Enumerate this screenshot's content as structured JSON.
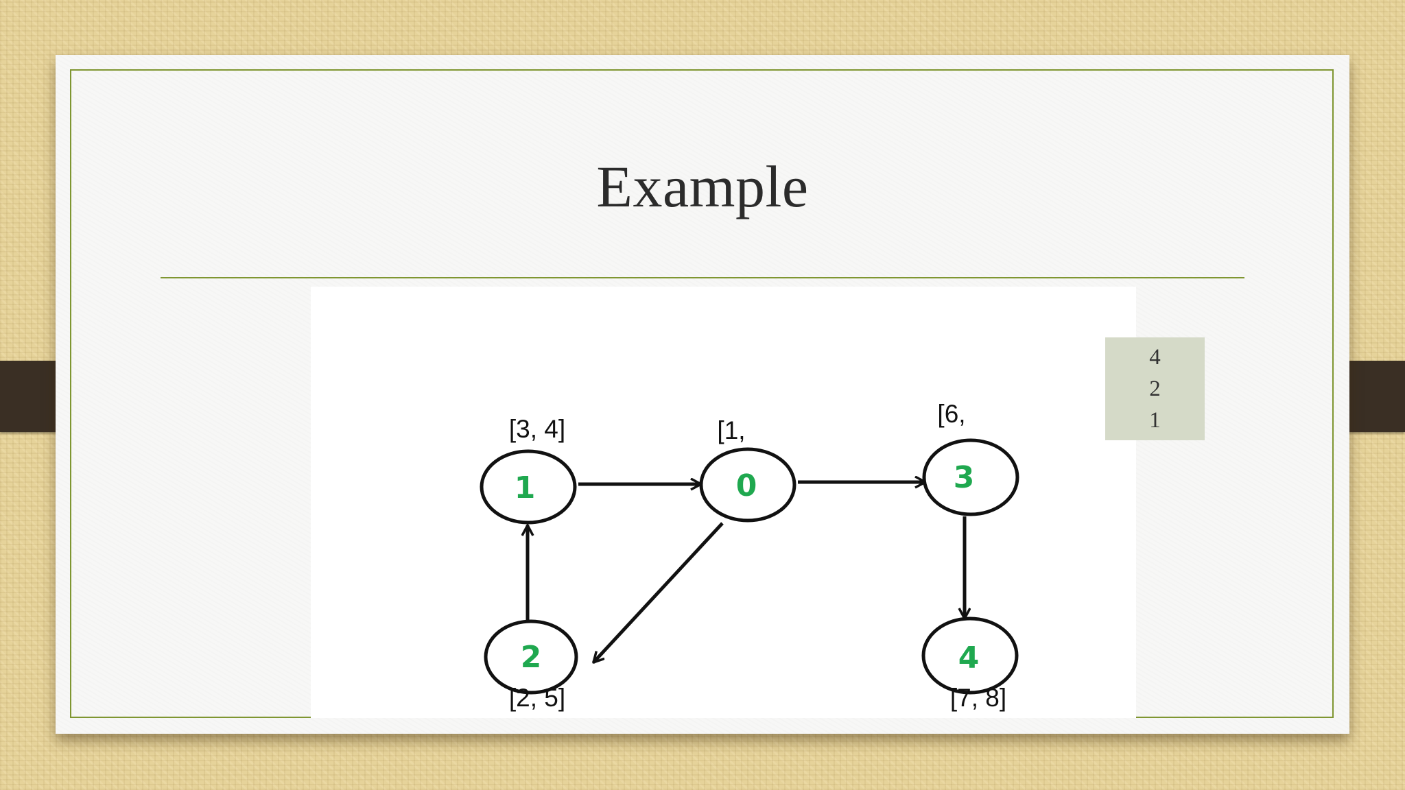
{
  "slide": {
    "title": "Example"
  },
  "diagram": {
    "nodes": [
      {
        "id": "1",
        "interval": "[3, 4]"
      },
      {
        "id": "0",
        "interval": "[1,"
      },
      {
        "id": "3",
        "interval": "[6,"
      },
      {
        "id": "2",
        "interval": "[2, 5]"
      },
      {
        "id": "4",
        "interval": "[7, 8]"
      }
    ],
    "edges": [
      {
        "from": "1",
        "to": "0"
      },
      {
        "from": "0",
        "to": "3"
      },
      {
        "from": "0",
        "to": "2"
      },
      {
        "from": "2",
        "to": "1"
      },
      {
        "from": "3",
        "to": "4"
      }
    ],
    "node_label_color": "#1fa84f"
  },
  "stack": {
    "items": [
      "4",
      "2",
      "1"
    ]
  },
  "colors": {
    "accent_line": "#7f9631",
    "tab": "#3a2f24",
    "stack_box": "#d5dac8"
  }
}
